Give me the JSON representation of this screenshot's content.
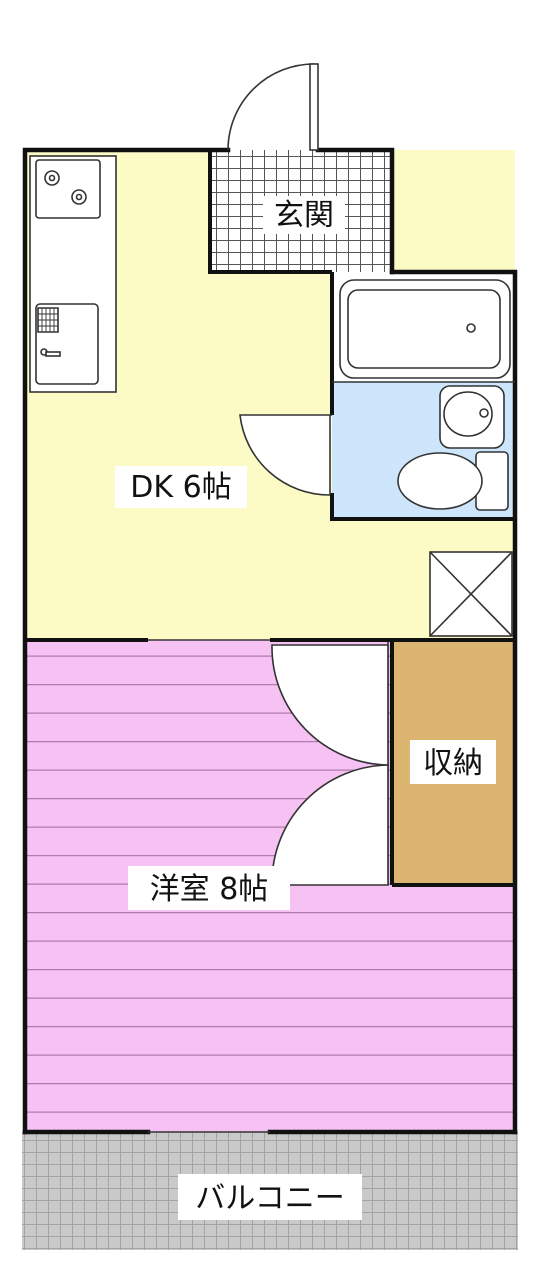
{
  "rooms": {
    "entrance": {
      "label": "玄関"
    },
    "dining_kitchen": {
      "label": "DK 6帖"
    },
    "western_room": {
      "label": "洋室 8帖"
    },
    "storage": {
      "label": "収納"
    },
    "balcony": {
      "label": "バルコニー"
    }
  },
  "colors": {
    "wall": "#111111",
    "dk_floor": "#fcfbc5",
    "western_floor": "#f6c2f3",
    "stripe": "#b07aae",
    "bathroom_floor": "#cde6fb",
    "storage_floor": "#dcb570",
    "balcony_floor": "#c9c9c9",
    "tile_line": "#555555"
  }
}
